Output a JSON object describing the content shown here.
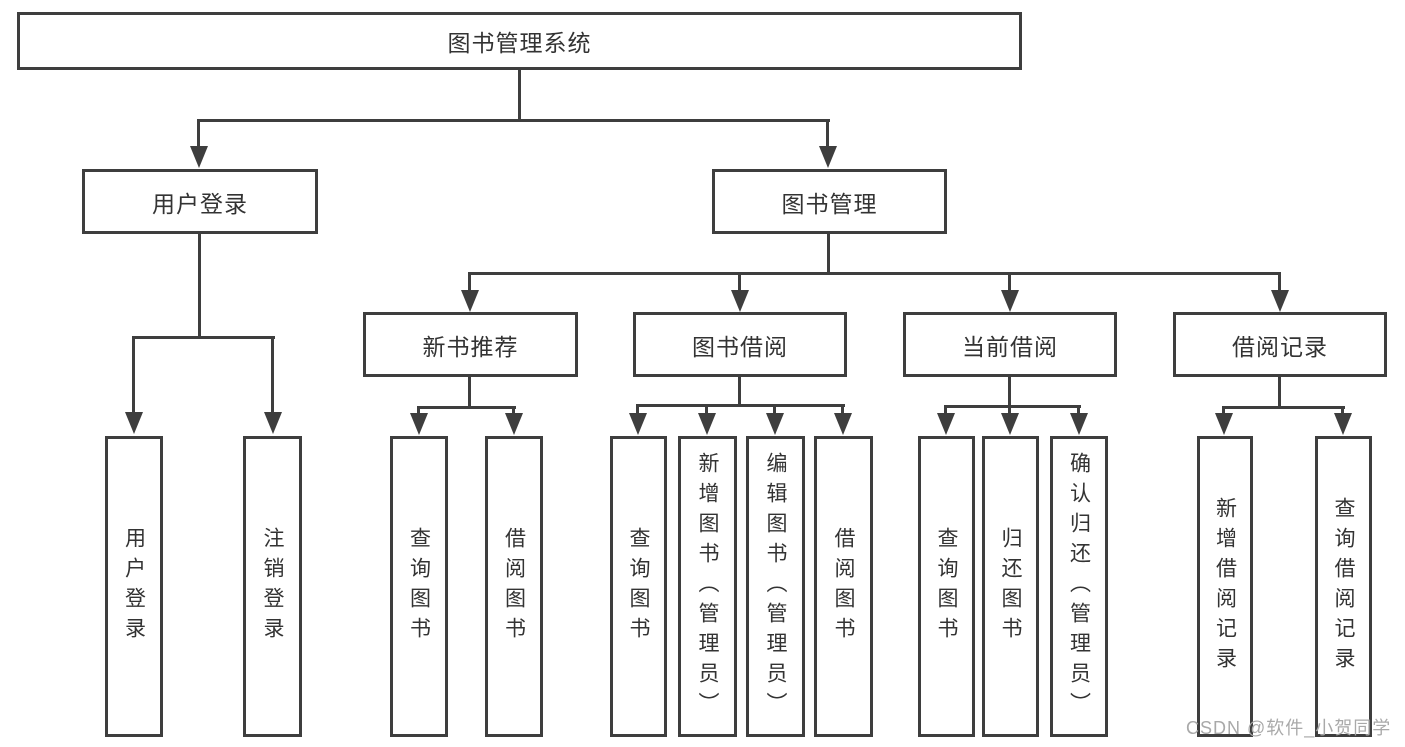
{
  "diagram_type": "hierarchy-tree",
  "colors": {
    "line": "#3e3e3e",
    "box_border": "#3e3e3e",
    "box_fill": "#ffffff",
    "text": "#333333",
    "watermark": "#a9a9a9",
    "background": "#ffffff"
  },
  "tree": {
    "label": "图书管理系统",
    "children": [
      {
        "label": "用户登录",
        "children": [
          {
            "label": "用户登录"
          },
          {
            "label": "注销登录"
          }
        ]
      },
      {
        "label": "图书管理",
        "children": [
          {
            "label": "新书推荐",
            "children": [
              {
                "label": "查询图书"
              },
              {
                "label": "借阅图书"
              }
            ]
          },
          {
            "label": "图书借阅",
            "children": [
              {
                "label": "查询图书"
              },
              {
                "label": "新增图书（管理员）"
              },
              {
                "label": "编辑图书（管理员）"
              },
              {
                "label": "借阅图书"
              }
            ]
          },
          {
            "label": "当前借阅",
            "children": [
              {
                "label": "查询图书"
              },
              {
                "label": "归还图书"
              },
              {
                "label": "确认归还（管理员）"
              }
            ]
          },
          {
            "label": "借阅记录",
            "children": [
              {
                "label": "新增借阅记录"
              },
              {
                "label": "查询借阅记录"
              }
            ]
          }
        ]
      }
    ]
  },
  "watermark": {
    "text": "CSDN @软件_小贺同学"
  }
}
